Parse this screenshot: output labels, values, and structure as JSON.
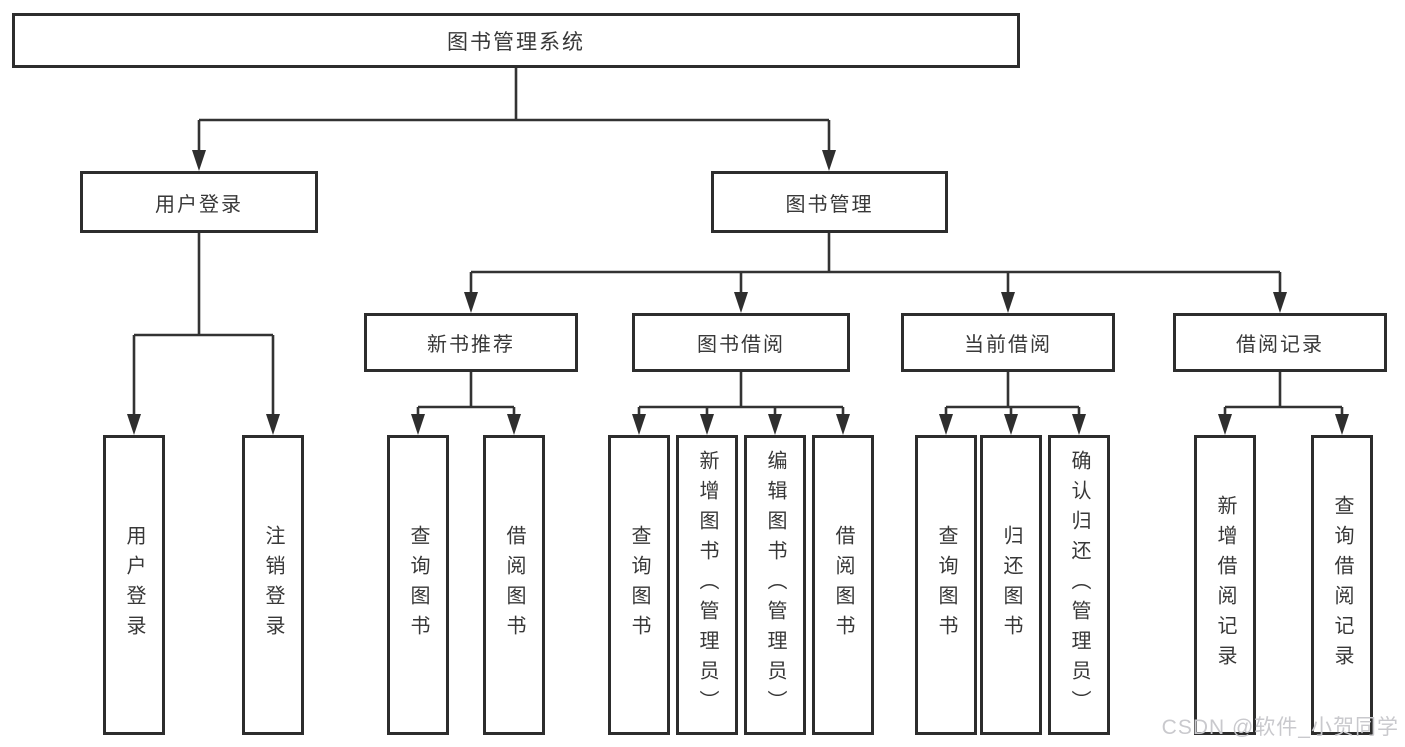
{
  "nodes": {
    "root": "图书管理系统",
    "user_login": "用户登录",
    "book_mgmt": "图书管理",
    "new_book_rec": "新书推荐",
    "book_borrow": "图书借阅",
    "current_borrow": "当前借阅",
    "borrow_record": "借阅记录",
    "leaf_user_login": "用户登录",
    "leaf_logout": "注销登录",
    "leaf_nb_query": "查询图书",
    "leaf_nb_borrow": "借阅图书",
    "leaf_bb_query": "查询图书",
    "leaf_bb_add": "新增图书（管理员）",
    "leaf_bb_edit": "编辑图书（管理员）",
    "leaf_bb_borrow": "借阅图书",
    "leaf_cb_query": "查询图书",
    "leaf_cb_return": "归还图书",
    "leaf_cb_confirm": "确认归还（管理员）",
    "leaf_br_add": "新增借阅记录",
    "leaf_br_query": "查询借阅记录"
  },
  "watermark": "CSDN @软件_小贺同学",
  "colors": {
    "line": "#333333",
    "arrow": "#2e2e2e",
    "border": "#2d2d2d",
    "text": "#383838",
    "watermark": "#c9c9cd",
    "background": "#ffffff"
  }
}
